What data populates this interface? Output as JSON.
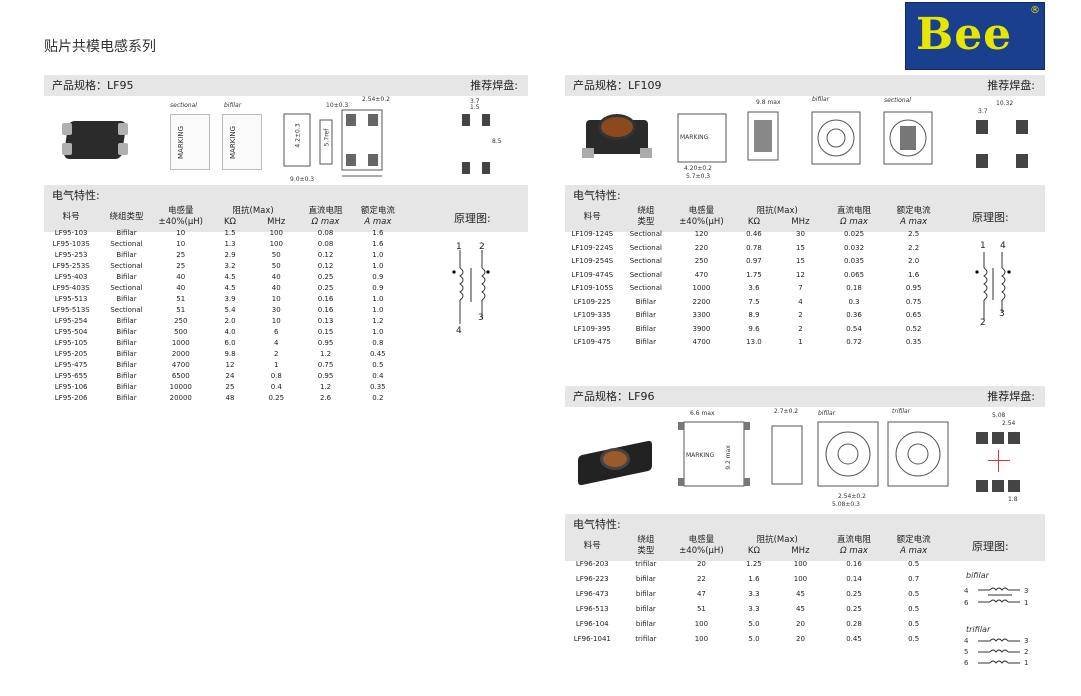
{
  "page_title": "贴片共模电感系列",
  "logo_text": "Bee",
  "logo_mark": "®",
  "labels": {
    "pad": "推荐焊盘:",
    "elec": "电气特性:",
    "schematic": "原理图:",
    "marking": "MARKING",
    "sectional": "sectional",
    "bifilar": "bifilar",
    "trifilar": "trifilar"
  },
  "lf95": {
    "spec": "产品规格：LF95",
    "dims": {
      "a": "2.54±0.2",
      "b": "10±0.3",
      "c": "4.2±0.3",
      "d": "5.7ref",
      "e": "9.0±0.3",
      "p1": "3.7",
      "p2": "1.5",
      "p3": "8.5"
    },
    "headers": [
      "料号",
      "绕组类型",
      "电感量",
      "±40%(μH)",
      "阻抗(Max)",
      "KΩ",
      "MHz",
      "直流电阻",
      "Ω max",
      "额定电流",
      "A max"
    ],
    "pins": [
      "1",
      "2",
      "3",
      "4"
    ],
    "rows": [
      [
        "LF95-103",
        "Bifilar",
        "10",
        "1.5",
        "100",
        "0.08",
        "1.6"
      ],
      [
        "LF95-103S",
        "Sectional",
        "10",
        "1.3",
        "100",
        "0.08",
        "1.6"
      ],
      [
        "LF95-253",
        "Bifilar",
        "25",
        "2.9",
        "50",
        "0.12",
        "1.0"
      ],
      [
        "LF95-253S",
        "Sectional",
        "25",
        "3.2",
        "50",
        "0.12",
        "1.0"
      ],
      [
        "LF95-403",
        "Bifilar",
        "40",
        "4.5",
        "40",
        "0.25",
        "0.9"
      ],
      [
        "LF95-403S",
        "Sectional",
        "40",
        "4.5",
        "40",
        "0.25",
        "0.9"
      ],
      [
        "LF95-513",
        "Bifilar",
        "51",
        "3.9",
        "10",
        "0.16",
        "1.0"
      ],
      [
        "LF95-513S",
        "Sectional",
        "51",
        "5.4",
        "30",
        "0.16",
        "1.0"
      ],
      [
        "LF95-254",
        "Bifilar",
        "250",
        "2.0",
        "10",
        "0.13",
        "1.2"
      ],
      [
        "LF95-504",
        "Bifilar",
        "500",
        "4.0",
        "6",
        "0.15",
        "1.0"
      ],
      [
        "LF95-105",
        "Bifilar",
        "1000",
        "6.0",
        "4",
        "0.95",
        "0.8"
      ],
      [
        "LF95-205",
        "Bifilar",
        "2000",
        "9.8",
        "2",
        "1.2",
        "0.45"
      ],
      [
        "LF95-475",
        "Bifilar",
        "4700",
        "12",
        "1",
        "0.75",
        "0.5"
      ],
      [
        "LF95-655",
        "Bifilar",
        "6500",
        "24",
        "0.8",
        "0.95",
        "0.4"
      ],
      [
        "LF95-106",
        "Bifilar",
        "10000",
        "25",
        "0.4",
        "1.2",
        "0.35"
      ],
      [
        "LF95-206",
        "Bifilar",
        "20000",
        "48",
        "0.25",
        "2.6",
        "0.2"
      ]
    ]
  },
  "lf109": {
    "spec": "产品规格：LF109",
    "dims": {
      "a": "9.8 max",
      "b": "10.32",
      "c": "3.7",
      "d": "4.20±0.2",
      "e": "5.7±0.3"
    },
    "headers": [
      "料号",
      "绕组",
      "类型",
      "电感量",
      "±40%(μH)",
      "阻抗(Max)",
      "KΩ",
      "MHz",
      "直流电阻",
      "Ω max",
      "额定电流",
      "A max"
    ],
    "pins": [
      "1",
      "4",
      "2",
      "3"
    ],
    "rows": [
      [
        "LF109-124S",
        "Sectional",
        "120",
        "0.46",
        "30",
        "0.025",
        "2.5"
      ],
      [
        "LF109-224S",
        "Sectional",
        "220",
        "0.78",
        "15",
        "0.032",
        "2.2"
      ],
      [
        "LF109-254S",
        "Sectional",
        "250",
        "0.97",
        "15",
        "0.035",
        "2.0"
      ],
      [
        "LF109-474S",
        "Sectional",
        "470",
        "1.75",
        "12",
        "0.065",
        "1.6"
      ],
      [
        "LF109-105S",
        "Sectional",
        "1000",
        "3.6",
        "7",
        "0.18",
        "0.95"
      ],
      [
        "LF109-225",
        "Bifilar",
        "2200",
        "7.5",
        "4",
        "0.3",
        "0.75"
      ],
      [
        "LF109-335",
        "Bifilar",
        "3300",
        "8.9",
        "2",
        "0.36",
        "0.65"
      ],
      [
        "LF109-395",
        "Bifilar",
        "3900",
        "9.6",
        "2",
        "0.54",
        "0.52"
      ],
      [
        "LF109-475",
        "Bifilar",
        "4700",
        "13.0",
        "1",
        "0.72",
        "0.35"
      ]
    ]
  },
  "lf96": {
    "spec": "产品规格：LF96",
    "dims": {
      "a": "6.6 max",
      "b": "2.7±0.2",
      "c": "9.2 max",
      "d": "2.54±0.2",
      "e": "5.08±0.3",
      "f": "5.08",
      "g": "2.54",
      "h": "1.8"
    },
    "headers": [
      "料号",
      "绕组",
      "类型",
      "电感量",
      "±40%(μH)",
      "阻抗(Max)",
      "KΩ",
      "MHz",
      "直流电阻",
      "Ω max",
      "额定电流",
      "A max"
    ],
    "bifilar_pins": [
      "4",
      "3",
      "6",
      "1"
    ],
    "trifilar_pins": [
      "4",
      "3",
      "5",
      "2",
      "6",
      "1"
    ],
    "rows": [
      [
        "LF96-203",
        "trifilar",
        "20",
        "1.25",
        "100",
        "0.16",
        "0.5"
      ],
      [
        "LF96-223",
        "bifilar",
        "22",
        "1.6",
        "100",
        "0.14",
        "0.7"
      ],
      [
        "LF96-473",
        "bifilar",
        "47",
        "3.3",
        "45",
        "0.25",
        "0.5"
      ],
      [
        "LF96-513",
        "bifilar",
        "51",
        "3.3",
        "45",
        "0.25",
        "0.5"
      ],
      [
        "LF96-104",
        "bifilar",
        "100",
        "5.0",
        "20",
        "0.28",
        "0.5"
      ],
      [
        "LF96-1041",
        "trifilar",
        "100",
        "5.0",
        "20",
        "0.45",
        "0.5"
      ]
    ]
  }
}
